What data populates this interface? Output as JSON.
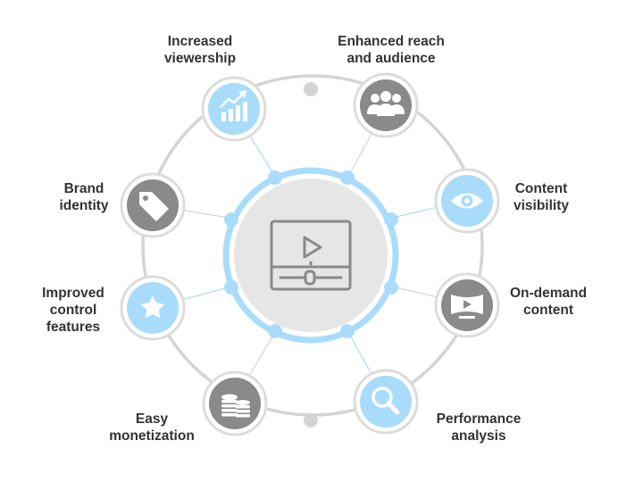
{
  "colors": {
    "accent": "#a9dcfb",
    "accent_ring": "#91d0f6",
    "node_gray": "#8a8a8a",
    "ring_gray": "#d4d4d4",
    "hub_fill": "#e6e6e6",
    "text": "#333333"
  },
  "hub": {
    "icon": "video-player-icon"
  },
  "nodes": [
    {
      "label": "Increased\nviewership",
      "icon": "growth-chart-icon",
      "style": "accent"
    },
    {
      "label": "Enhanced reach\nand audience",
      "icon": "audience-group-icon",
      "style": "gray"
    },
    {
      "label": "Content\nvisibility",
      "icon": "eye-icon",
      "style": "accent"
    },
    {
      "label": "On-demand\ncontent",
      "icon": "curved-screen-icon",
      "style": "gray"
    },
    {
      "label": "Performance\nanalysis",
      "icon": "magnifier-icon",
      "style": "accent"
    },
    {
      "label": "Easy\nmonetization",
      "icon": "coin-stack-icon",
      "style": "gray"
    },
    {
      "label": "Improved\ncontrol\nfeatures",
      "icon": "star-icon",
      "style": "accent"
    },
    {
      "label": "Brand\nidentity",
      "icon": "price-tag-icon",
      "style": "gray"
    }
  ]
}
